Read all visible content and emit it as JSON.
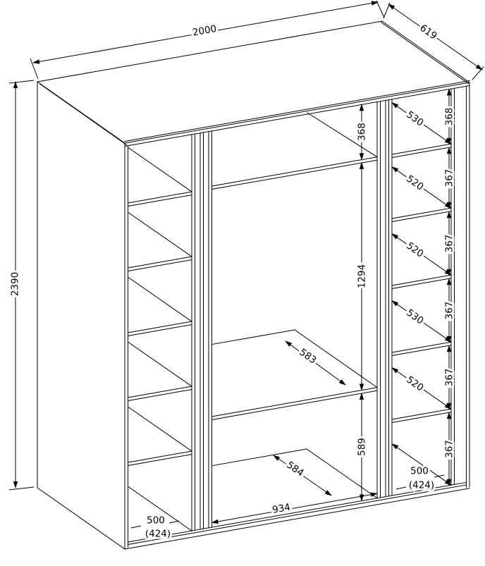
{
  "drawing": {
    "title": "wardrobe-interior-dimension-drawing",
    "units_note": "",
    "overall": {
      "width": "2000",
      "depth": "619",
      "height": "2390"
    },
    "middle_section": {
      "top_gap": "368",
      "hanging_height": "1294",
      "shelf_depth": "583",
      "bottom_gap": "589",
      "bottom_shelf_depth": "584",
      "inner_width": "934"
    },
    "left_column": {
      "bottom_width": "500",
      "bottom_width_inner": "(424)"
    },
    "right_column": {
      "compartments": [
        {
          "depth": "530",
          "height": "368"
        },
        {
          "depth": "520",
          "height": "367"
        },
        {
          "depth": "520",
          "height": "367"
        },
        {
          "depth": "530",
          "height": "367"
        },
        {
          "depth": "520",
          "height": "367"
        },
        {
          "height": "367"
        }
      ],
      "bottom_width": "500",
      "bottom_width_inner": "(424)"
    },
    "colors": {
      "line": "#000000",
      "background": "#ffffff"
    }
  }
}
